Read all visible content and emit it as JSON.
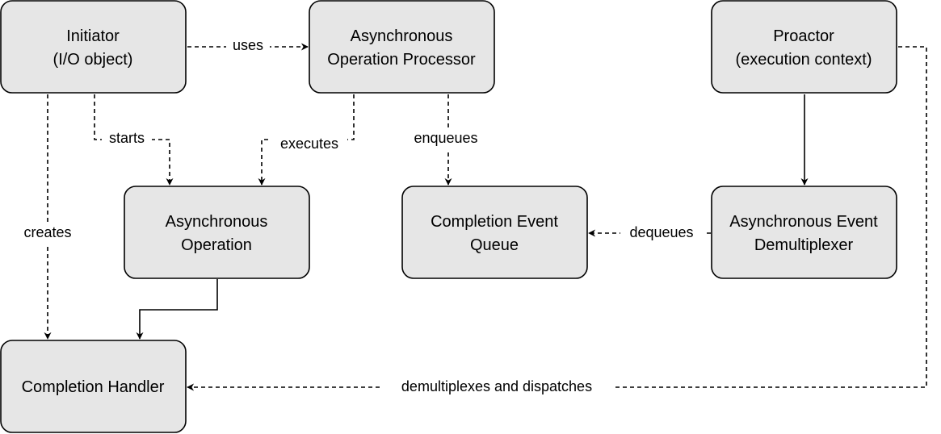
{
  "nodes": {
    "initiator": {
      "line1": "Initiator",
      "line2": "(I/O object)"
    },
    "processor": {
      "line1": "Asynchronous",
      "line2": "Operation Processor"
    },
    "proactor": {
      "line1": "Proactor",
      "line2": "(execution context)"
    },
    "operation": {
      "line1": "Asynchronous",
      "line2": "Operation"
    },
    "queue": {
      "line1": "Completion Event",
      "line2": "Queue"
    },
    "demux": {
      "line1": "Asynchronous Event",
      "line2": "Demultiplexer"
    },
    "handler": {
      "line1": "Completion Handler"
    }
  },
  "edges": {
    "uses": "uses",
    "starts": "starts",
    "executes": "executes",
    "enqueues": "enqueues",
    "creates": "creates",
    "dequeues": "dequeues",
    "dispatches": "demultiplexes and dispatches"
  }
}
